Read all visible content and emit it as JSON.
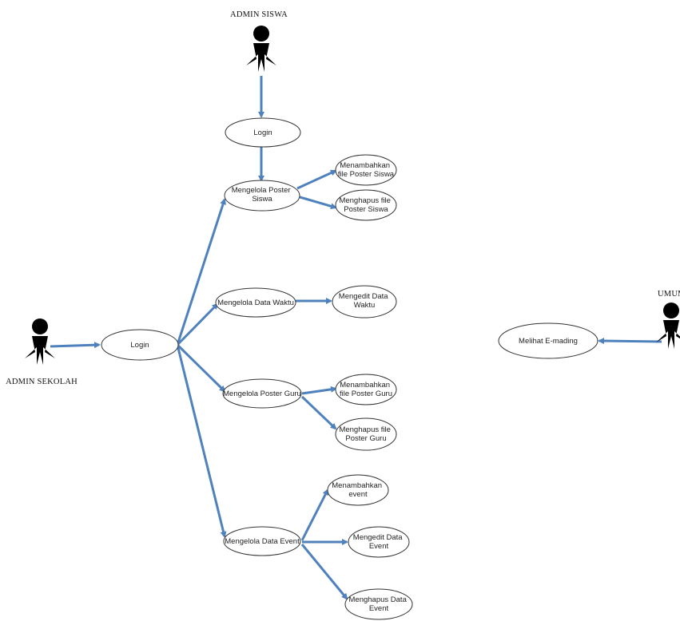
{
  "actors": {
    "admin_siswa": "ADMIN SISWA",
    "admin_sekolah": "ADMIN SEKOLAH",
    "umum": "UMUM"
  },
  "use_cases": {
    "login_siswa": [
      "Login"
    ],
    "mengelola_poster_siswa": [
      "Mengelola Poster",
      "Siswa"
    ],
    "menambahkan_poster_siswa": [
      "Menambahkan",
      "file Poster Siswa"
    ],
    "menghapus_poster_siswa": [
      "Menghapus file",
      "Poster Siswa"
    ],
    "login_sekolah": [
      "Login"
    ],
    "mengelola_data_waktu": [
      "Mengelola Data Waktu"
    ],
    "mengedit_data_waktu": [
      "Mengedit Data",
      "Waktu"
    ],
    "mengelola_poster_guru": [
      "Mengelola Poster Guru"
    ],
    "menambahkan_poster_guru": [
      "Menambahkan",
      "file Poster Guru"
    ],
    "menghapus_poster_guru": [
      "Menghapus file",
      "Poster Guru"
    ],
    "mengelola_data_event": [
      "Mengelola Data Event"
    ],
    "menambahkan_event": [
      "Menambahkan",
      "event"
    ],
    "mengedit_data_event": [
      "Mengedit Data",
      "Event"
    ],
    "menghapus_data_event": [
      "Menghapus Data",
      "Event"
    ],
    "melihat_emading": [
      "Melihat E-mading"
    ]
  },
  "colors": {
    "connector": "#4f81bd",
    "actor": "#000000",
    "ellipse_stroke": "#333333"
  }
}
